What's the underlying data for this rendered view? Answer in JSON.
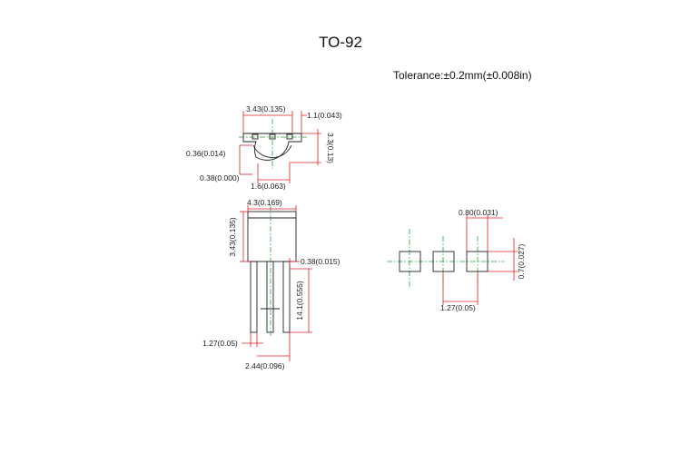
{
  "title": "TO-92",
  "tolerance": "Tolerance:±0.2mm(±0.008in)",
  "top_view": {
    "width_label": "3.43(0.135)",
    "flat_label": "1.1(0.043)",
    "height_label": "3.3(0.13)",
    "pin_label": "0.36(0.014)",
    "offset_label": "0.38(0.000)",
    "pitch_label": "1.6(0.063)"
  },
  "front_view": {
    "width_label": "4.3(0.169)",
    "body_height_label": "3.43(0.135)",
    "lead_width_label": "0.38(0.015)",
    "lead_length_label": "14.1(0.555)",
    "pitch_label": "1.27(0.05)",
    "span_label": "2.44(0.096)"
  },
  "footprint": {
    "pad_width_label": "0.80(0.031)",
    "pad_height_label": "0.7(0.027)",
    "pitch_label": "1.27(0.05)"
  }
}
